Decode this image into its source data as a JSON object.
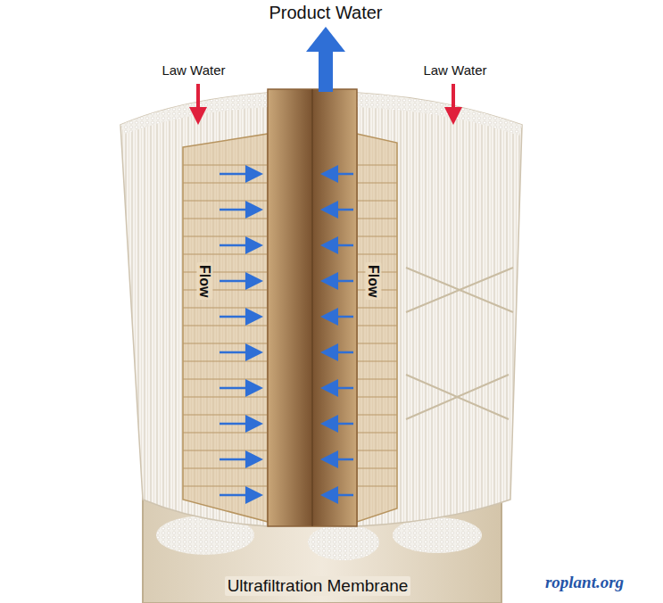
{
  "diagram": {
    "labels": [
      "Product Water",
      "Law Water",
      "Law Water",
      "Flow",
      "Flow",
      "Ultrafiltration Membrane",
      "roplant.org"
    ]
  }
}
